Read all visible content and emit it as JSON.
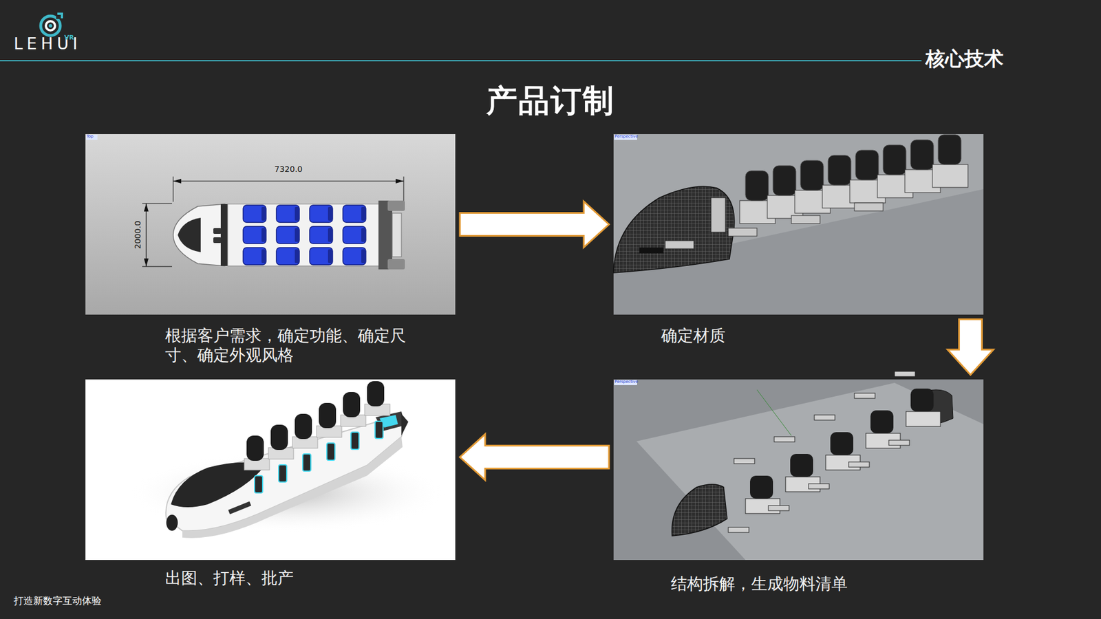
{
  "diagram": {
    "title": "产品订制",
    "nodes": [
      {
        "text": [
          "根据客户需求，确定功能、确定尺寸、确定外观风格"
        ]
      },
      {
        "text": [
          "确定材质"
        ]
      },
      {
        "text": [
          "出图、打样、批产"
        ]
      },
      {
        "text": [
          "结构拆解，生成物料清单"
        ]
      }
    ],
    "edges": [
      {
        "from": 0,
        "to": 1,
        "arrow": "to"
      },
      {
        "from": 1,
        "to": 3,
        "arrow": "to"
      },
      {
        "from": 3,
        "to": 2,
        "arrow": "to"
      }
    ],
    "labels": [
      "LEHUI",
      "VR",
      "核心技术",
      "7320.0",
      "2000.0",
      "Top",
      "Perspective",
      "Perspective",
      "打造新数字互动体验"
    ]
  }
}
